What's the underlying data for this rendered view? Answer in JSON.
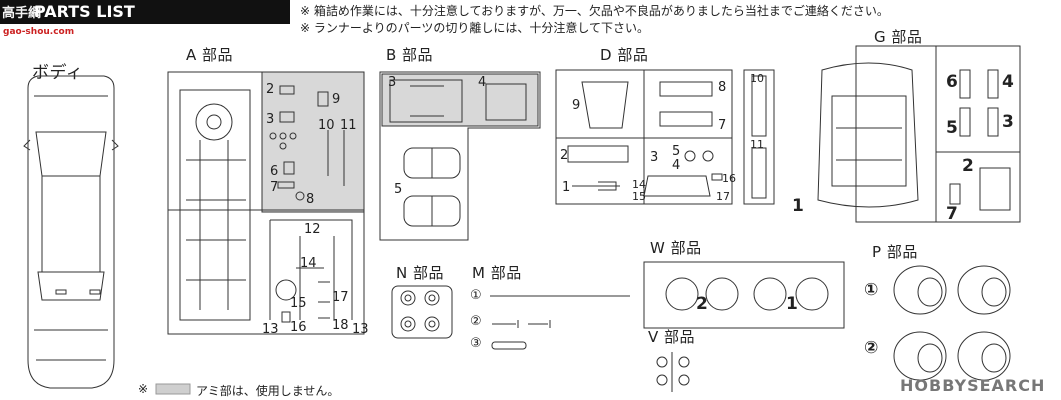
{
  "header": {
    "logo_text": "高手網",
    "logo_url": "gao-shou.com",
    "title": "PARTS LIST",
    "notes": [
      "※ 箱詰め作業には、十分注意しておりますが、万一、欠品や不良品がありましたら当社までご連絡ください。",
      "※ ランナーよりのパーツの切り離しには、十分注意して下さい。"
    ]
  },
  "sections": {
    "body": "ボディ",
    "a": "A 部品",
    "b": "B 部品",
    "d": "D 部品",
    "g": "G 部品",
    "n": "N 部品",
    "m": "M 部品",
    "w": "W 部品",
    "p": "P 部品",
    "v": "V 部品"
  },
  "part_numbers": {
    "a": [
      "2",
      "9",
      "3",
      "10",
      "11",
      "6",
      "7",
      "8",
      "12",
      "14",
      "15",
      "17",
      "16",
      "18",
      "13",
      "13"
    ],
    "b": [
      "3",
      "4",
      "5"
    ],
    "d": [
      "9",
      "8",
      "7",
      "2",
      "3",
      "5",
      "4",
      "1",
      "14",
      "15",
      "16",
      "17",
      "10",
      "11"
    ],
    "g": [
      "6",
      "4",
      "5",
      "3",
      "2",
      "7"
    ],
    "body_num": "1",
    "m_marks": [
      "①",
      "②",
      "③"
    ],
    "w": [
      "2",
      "1"
    ],
    "p_marks": [
      "①",
      "②"
    ]
  },
  "footer": {
    "legend_mark": "※",
    "legend_text": "アミ部は、使用しません。"
  },
  "watermark": "HOBBYSEARCH"
}
